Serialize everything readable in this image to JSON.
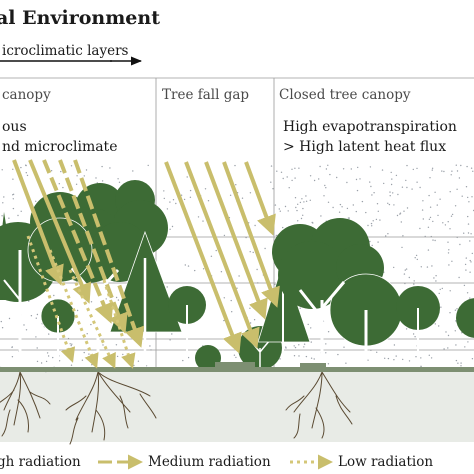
{
  "title": "al Environment",
  "subtitle": "icroclimatic layers",
  "zones": {
    "left": "canopy",
    "gap": "Tree fall gap",
    "closed": "Closed tree canopy"
  },
  "notes": {
    "left_line1": "ous",
    "left_line2": "nd microclimate",
    "right_line1": "High evapotranspiration",
    "right_line2": "> High latent heat flux"
  },
  "legend": {
    "high": "gh radiation",
    "medium": "Medium radiation",
    "low": "Low radiation"
  },
  "colors": {
    "tree": "#3d6b35",
    "tree_dark": "#2f5529",
    "trunk": "#ffffff",
    "root": "#5a4a32",
    "radiation_high": "#c9be6c",
    "radiation_medium": "#c9be6c",
    "radiation_low": "#d4c778",
    "ground": "#e8ebe6",
    "stipple": "#9aa0a8",
    "grid": "#9a9a9a"
  }
}
